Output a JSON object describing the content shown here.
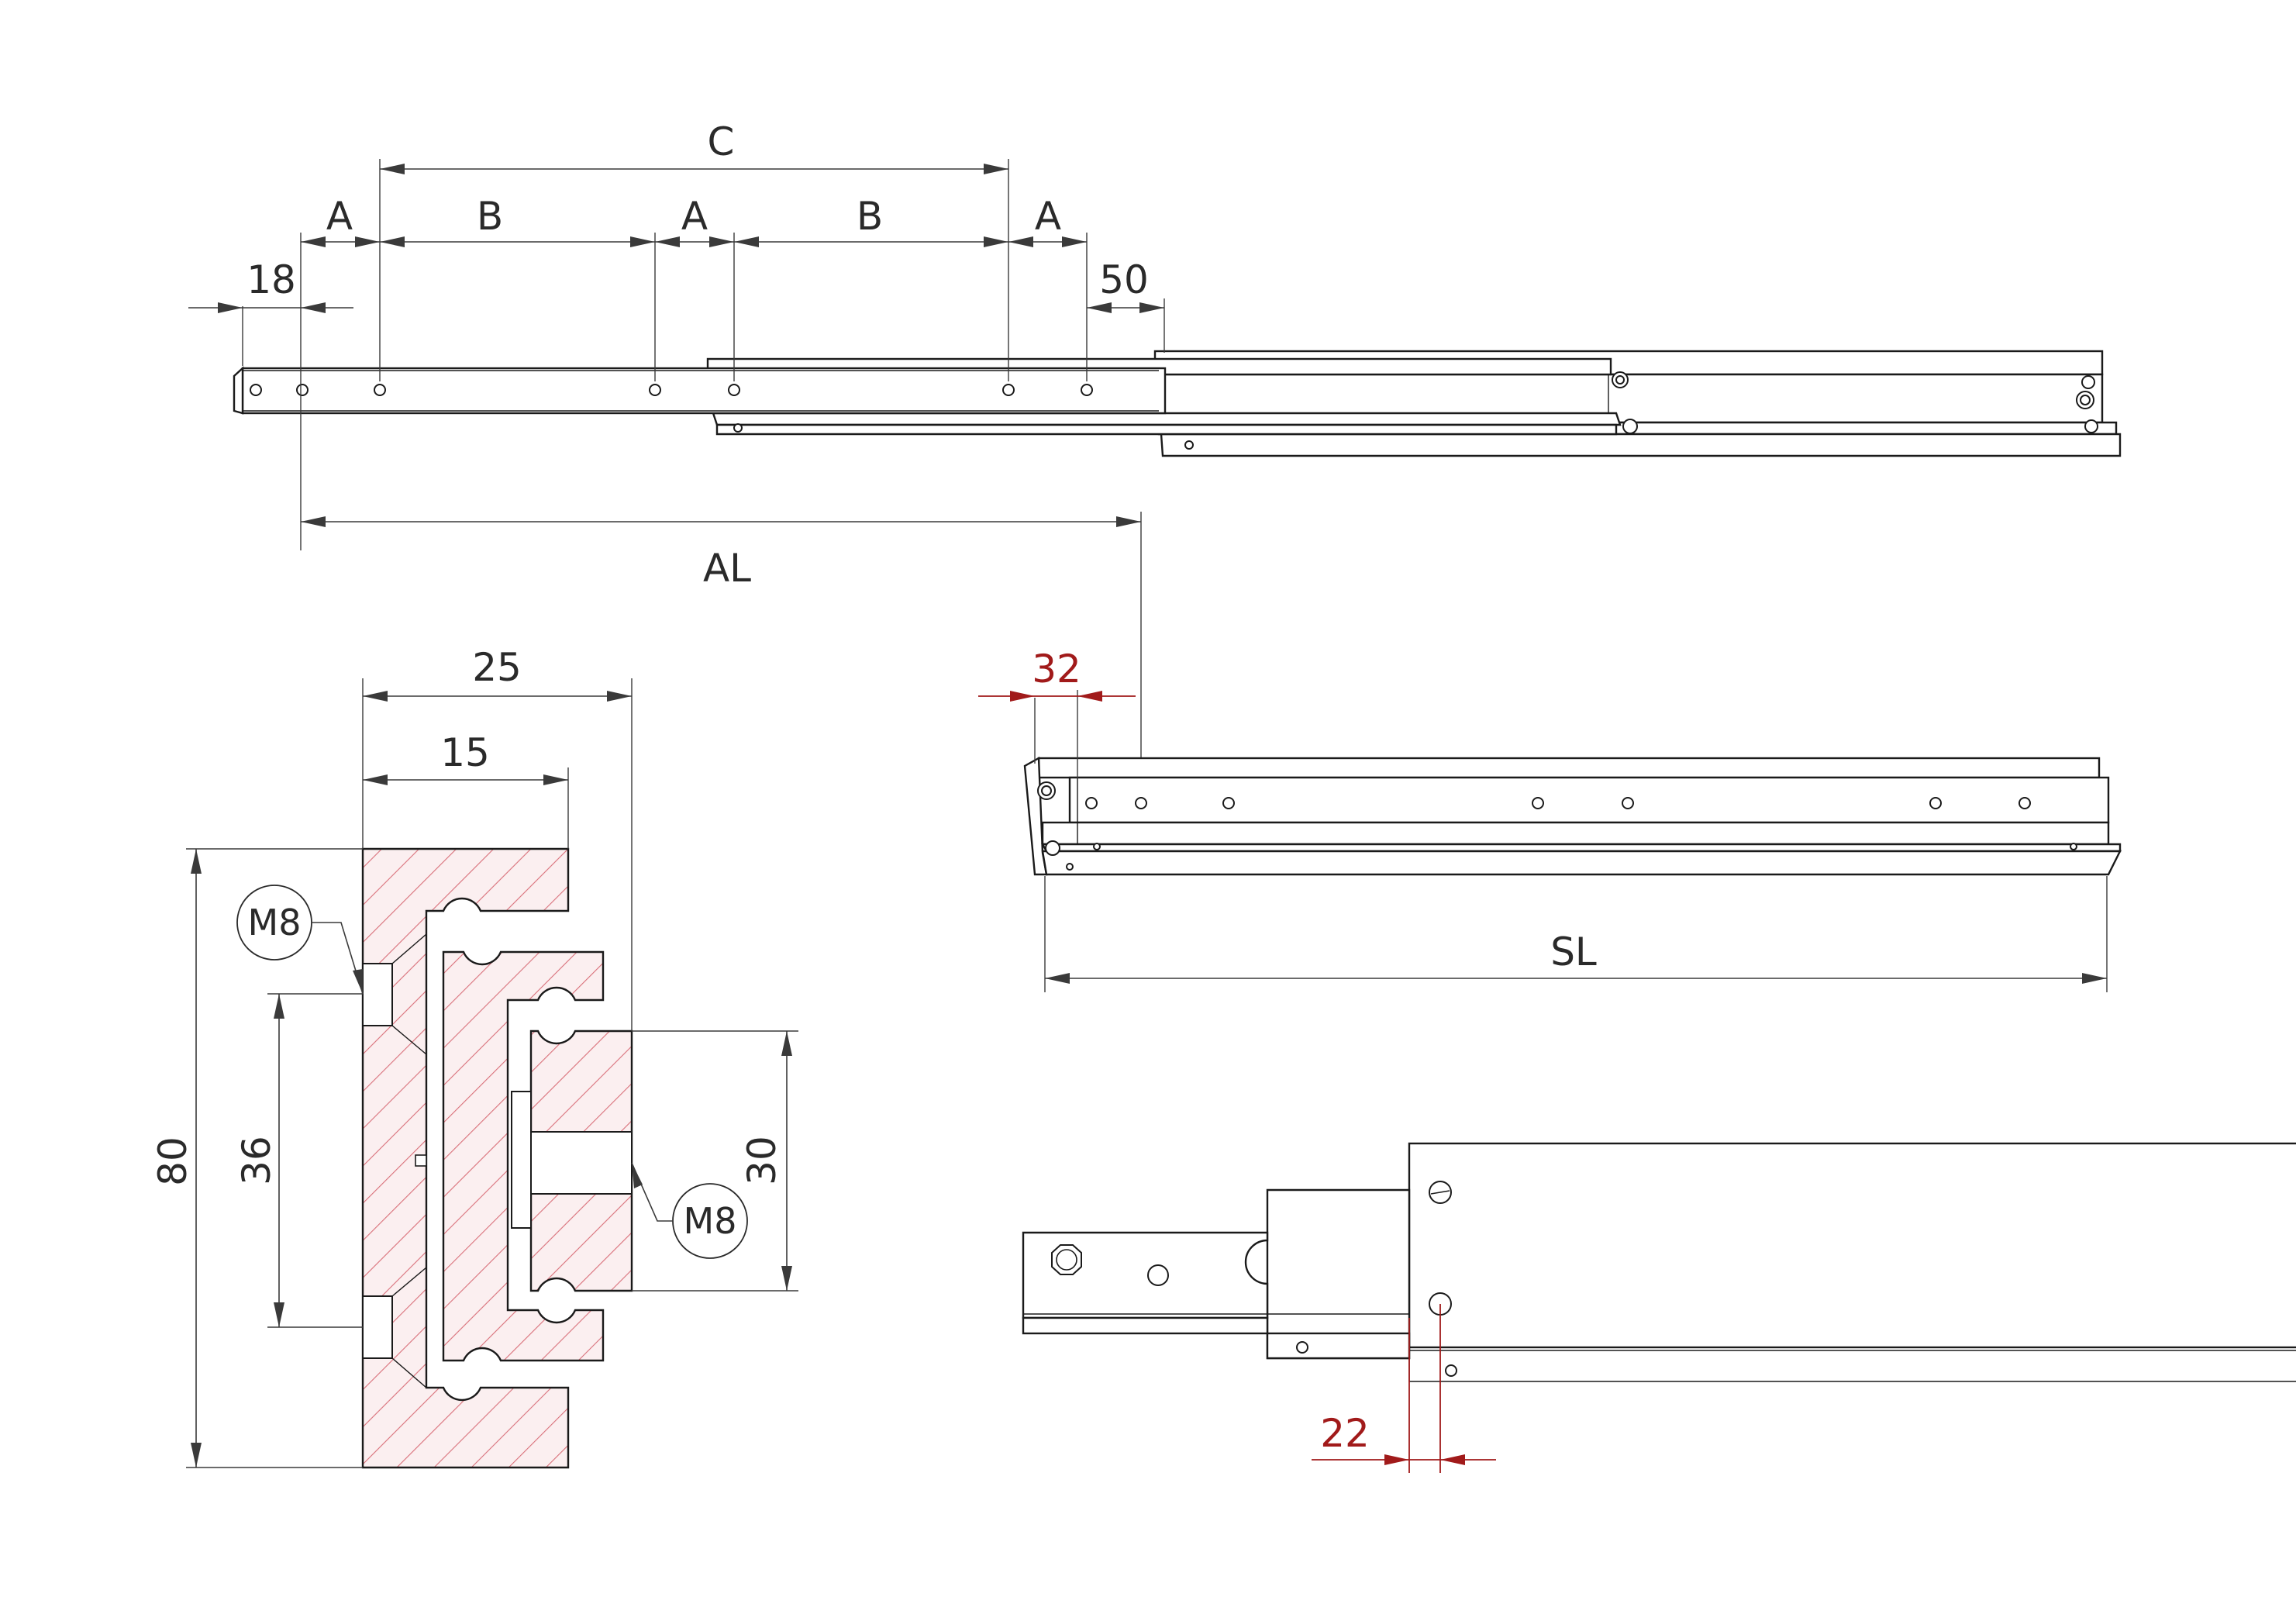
{
  "dimensions": {
    "top_view": {
      "C": "C",
      "A_left": "A",
      "B_left": "B",
      "A_middle": "A",
      "B_right": "B",
      "A_right": "A",
      "offset_18": "18",
      "offset_50": "50",
      "AL": "AL"
    },
    "closed_view": {
      "offset_32": "32",
      "SL": "SL"
    },
    "section_view": {
      "width_25": "25",
      "width_15": "15",
      "height_80": "80",
      "spacing_36": "36",
      "height_30": "30",
      "thread_left": "M8",
      "thread_right": "M8"
    },
    "detail_view": {
      "offset_22": "22"
    }
  },
  "colors": {
    "line": "#1a1a1a",
    "dimension": "#3a3a3a",
    "highlight_dimension": "#a11a1a",
    "hatch": "#d9707a"
  }
}
